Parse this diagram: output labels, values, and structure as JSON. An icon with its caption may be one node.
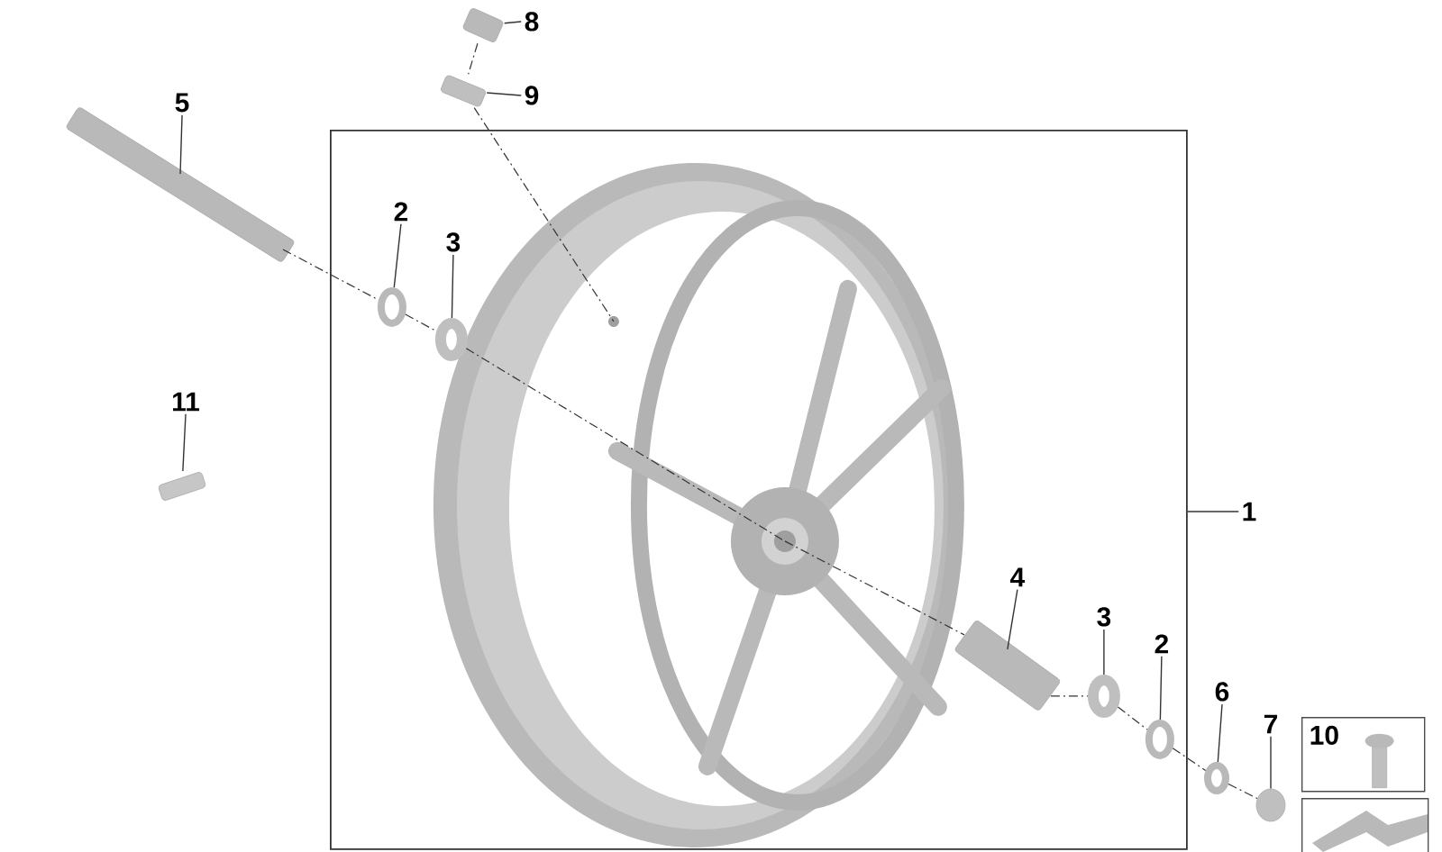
{
  "diagram": {
    "nodes": [
      {
        "text": [],
        "shape": "box"
      },
      {
        "text": [],
        "shape": "picture",
        "in": 0
      },
      {
        "text": [
          "1"
        ]
      },
      {
        "text": [
          "5"
        ]
      },
      {
        "text": [],
        "shape": "picture"
      },
      {
        "text": [
          "2"
        ],
        "in": 0
      },
      {
        "text": [],
        "shape": "circle",
        "in": 0
      },
      {
        "text": [
          "3"
        ],
        "in": 0
      },
      {
        "text": [],
        "shape": "circle",
        "in": 0
      },
      {
        "text": [
          "8"
        ]
      },
      {
        "text": [],
        "shape": "picture"
      },
      {
        "text": [
          "9"
        ]
      },
      {
        "text": [],
        "shape": "picture"
      },
      {
        "text": [
          "11"
        ]
      },
      {
        "text": [],
        "shape": "picture"
      },
      {
        "text": [
          "4"
        ],
        "in": 0
      },
      {
        "text": [],
        "shape": "picture",
        "in": 0
      },
      {
        "text": [
          "3"
        ],
        "in": 0
      },
      {
        "text": [],
        "shape": "circle",
        "in": 0
      },
      {
        "text": [
          "2"
        ],
        "in": 0
      },
      {
        "text": [],
        "shape": "circle",
        "in": 0
      },
      {
        "text": [
          "6"
        ]
      },
      {
        "text": [],
        "shape": "circle"
      },
      {
        "text": [
          "7"
        ]
      },
      {
        "text": [],
        "shape": "circle"
      },
      {
        "text": [
          "10"
        ]
      },
      {
        "text": [],
        "shape": "picture",
        "in": 25
      },
      {
        "text": [],
        "shape": "box"
      }
    ],
    "edges": [
      {
        "from": 2,
        "to": 0,
        "arrow": "none"
      },
      {
        "from": 3,
        "to": 4,
        "arrow": "none"
      },
      {
        "from": 5,
        "to": 6,
        "arrow": "none"
      },
      {
        "from": 7,
        "to": 8,
        "arrow": "none"
      },
      {
        "from": 9,
        "to": 10,
        "arrow": "none"
      },
      {
        "from": 11,
        "to": 12,
        "arrow": "none"
      },
      {
        "from": 13,
        "to": 14,
        "arrow": "none"
      },
      {
        "from": 15,
        "to": 16,
        "arrow": "none"
      },
      {
        "from": 17,
        "to": 18,
        "arrow": "none"
      },
      {
        "from": 19,
        "to": 20,
        "arrow": "none"
      },
      {
        "from": 21,
        "to": 22,
        "arrow": "none"
      },
      {
        "from": 23,
        "to": 24,
        "arrow": "none"
      },
      {
        "from": 10,
        "to": 12,
        "arrow": "none",
        "style": "dashed"
      },
      {
        "from": 12,
        "to": 1,
        "arrow": "none",
        "style": "dashed"
      },
      {
        "from": 4,
        "to": 6,
        "arrow": "none",
        "style": "dashed"
      },
      {
        "from": 6,
        "to": 8,
        "arrow": "none",
        "style": "dashed"
      },
      {
        "from": 8,
        "to": 1,
        "arrow": "none",
        "style": "dashed"
      },
      {
        "from": 1,
        "to": 16,
        "arrow": "none",
        "style": "dashed"
      },
      {
        "from": 16,
        "to": 18,
        "arrow": "none",
        "style": "dashed"
      },
      {
        "from": 18,
        "to": 20,
        "arrow": "none",
        "style": "dashed"
      },
      {
        "from": 20,
        "to": 22,
        "arrow": "none",
        "style": "dashed"
      },
      {
        "from": 22,
        "to": 24,
        "arrow": "none",
        "style": "dashed"
      }
    ]
  }
}
